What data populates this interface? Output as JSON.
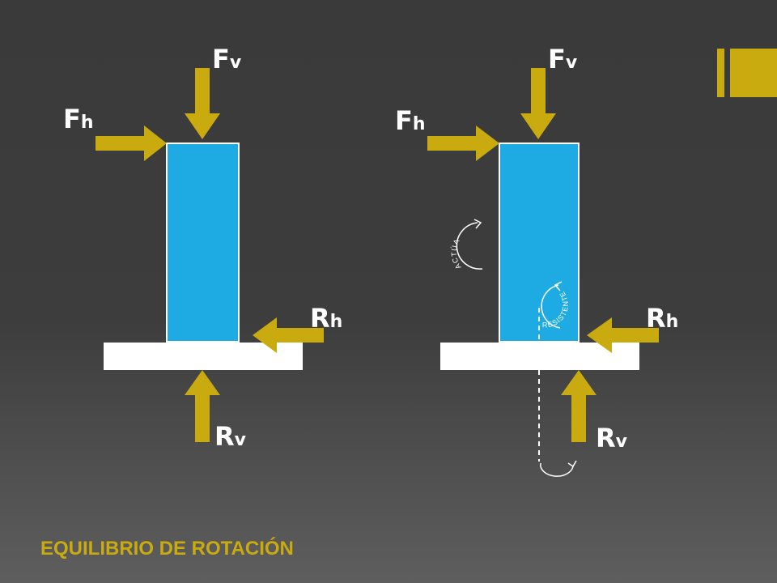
{
  "title": "EQUILIBRIO DE ROTACIÓN",
  "colors": {
    "accent": "#c9ab0f",
    "column": "#1eaae3",
    "base": "#ffffff",
    "background": "#3c3c3c"
  },
  "labels": {
    "force": "F",
    "reaction": "R",
    "vertical_sub": "v",
    "horizontal_sub": "h"
  },
  "moment_labels": {
    "acts": "ACTÚA",
    "resists": "RESISTENTE"
  },
  "icons": [
    "arrow-down-icon",
    "arrow-right-icon",
    "arrow-left-icon",
    "arrow-up-icon",
    "rotation-arc-icon"
  ]
}
